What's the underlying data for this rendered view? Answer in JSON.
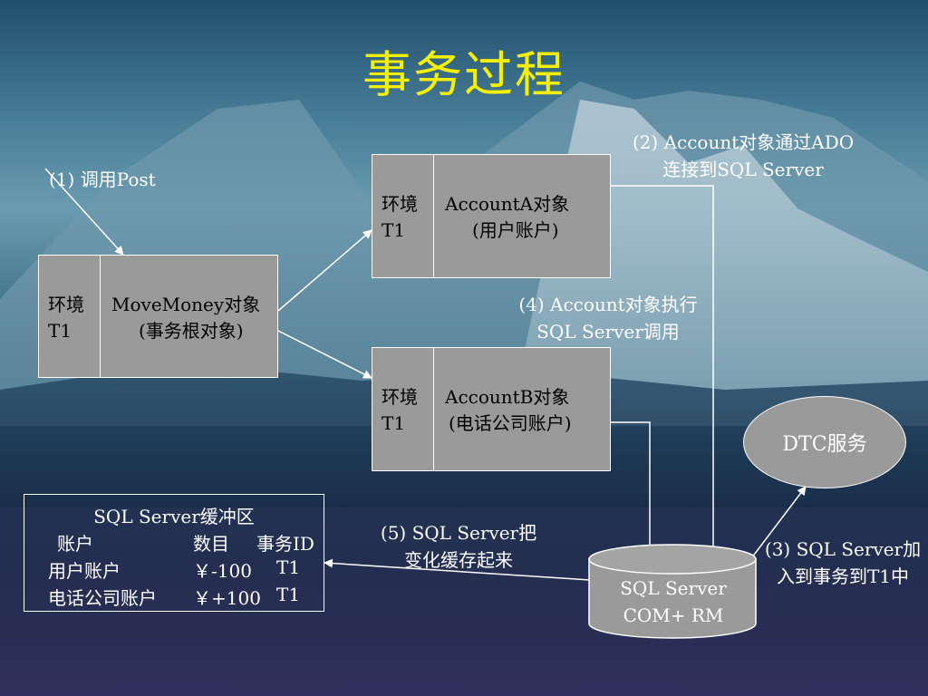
{
  "title": "事务过程",
  "labels": {
    "step1": "(1) 调用Post",
    "step2_line1": "(2) Account对象通过ADO",
    "step2_line2": "连接到SQL Server",
    "step4_line1": "(4) Account对象执行",
    "step4_line2": "SQL Server调用",
    "step5_line1": "(5) SQL Server把",
    "step5_line2": "变化缓存起来",
    "step3_line1": "(3) SQL Server加",
    "step3_line2": "入到事务到T1中"
  },
  "movemoney": {
    "ctx_line1": "环境",
    "ctx_line2": "T1",
    "name_line1": "MoveMoney对象",
    "name_line2": "(事务根对象)"
  },
  "accountA": {
    "ctx_line1": "环境",
    "ctx_line2": "T1",
    "name_line1": "AccountA对象",
    "name_line2": "(用户账户)"
  },
  "accountB": {
    "ctx_line1": "环境",
    "ctx_line2": "T1",
    "name_line1": "AccountB对象",
    "name_line2": "(电话公司账户)"
  },
  "dtc": {
    "label": "DTC服务"
  },
  "database": {
    "line1": "SQL Server",
    "line2": "COM+ RM"
  },
  "buffer": {
    "title": "SQL Server缓冲区",
    "headers": [
      "账户",
      "数目",
      "事务ID"
    ],
    "rows": [
      {
        "account": "用户账户",
        "amount": "￥-100",
        "tx": "T1"
      },
      {
        "account": "电话公司账户",
        "amount": "￥+100",
        "tx": "T1"
      }
    ]
  }
}
